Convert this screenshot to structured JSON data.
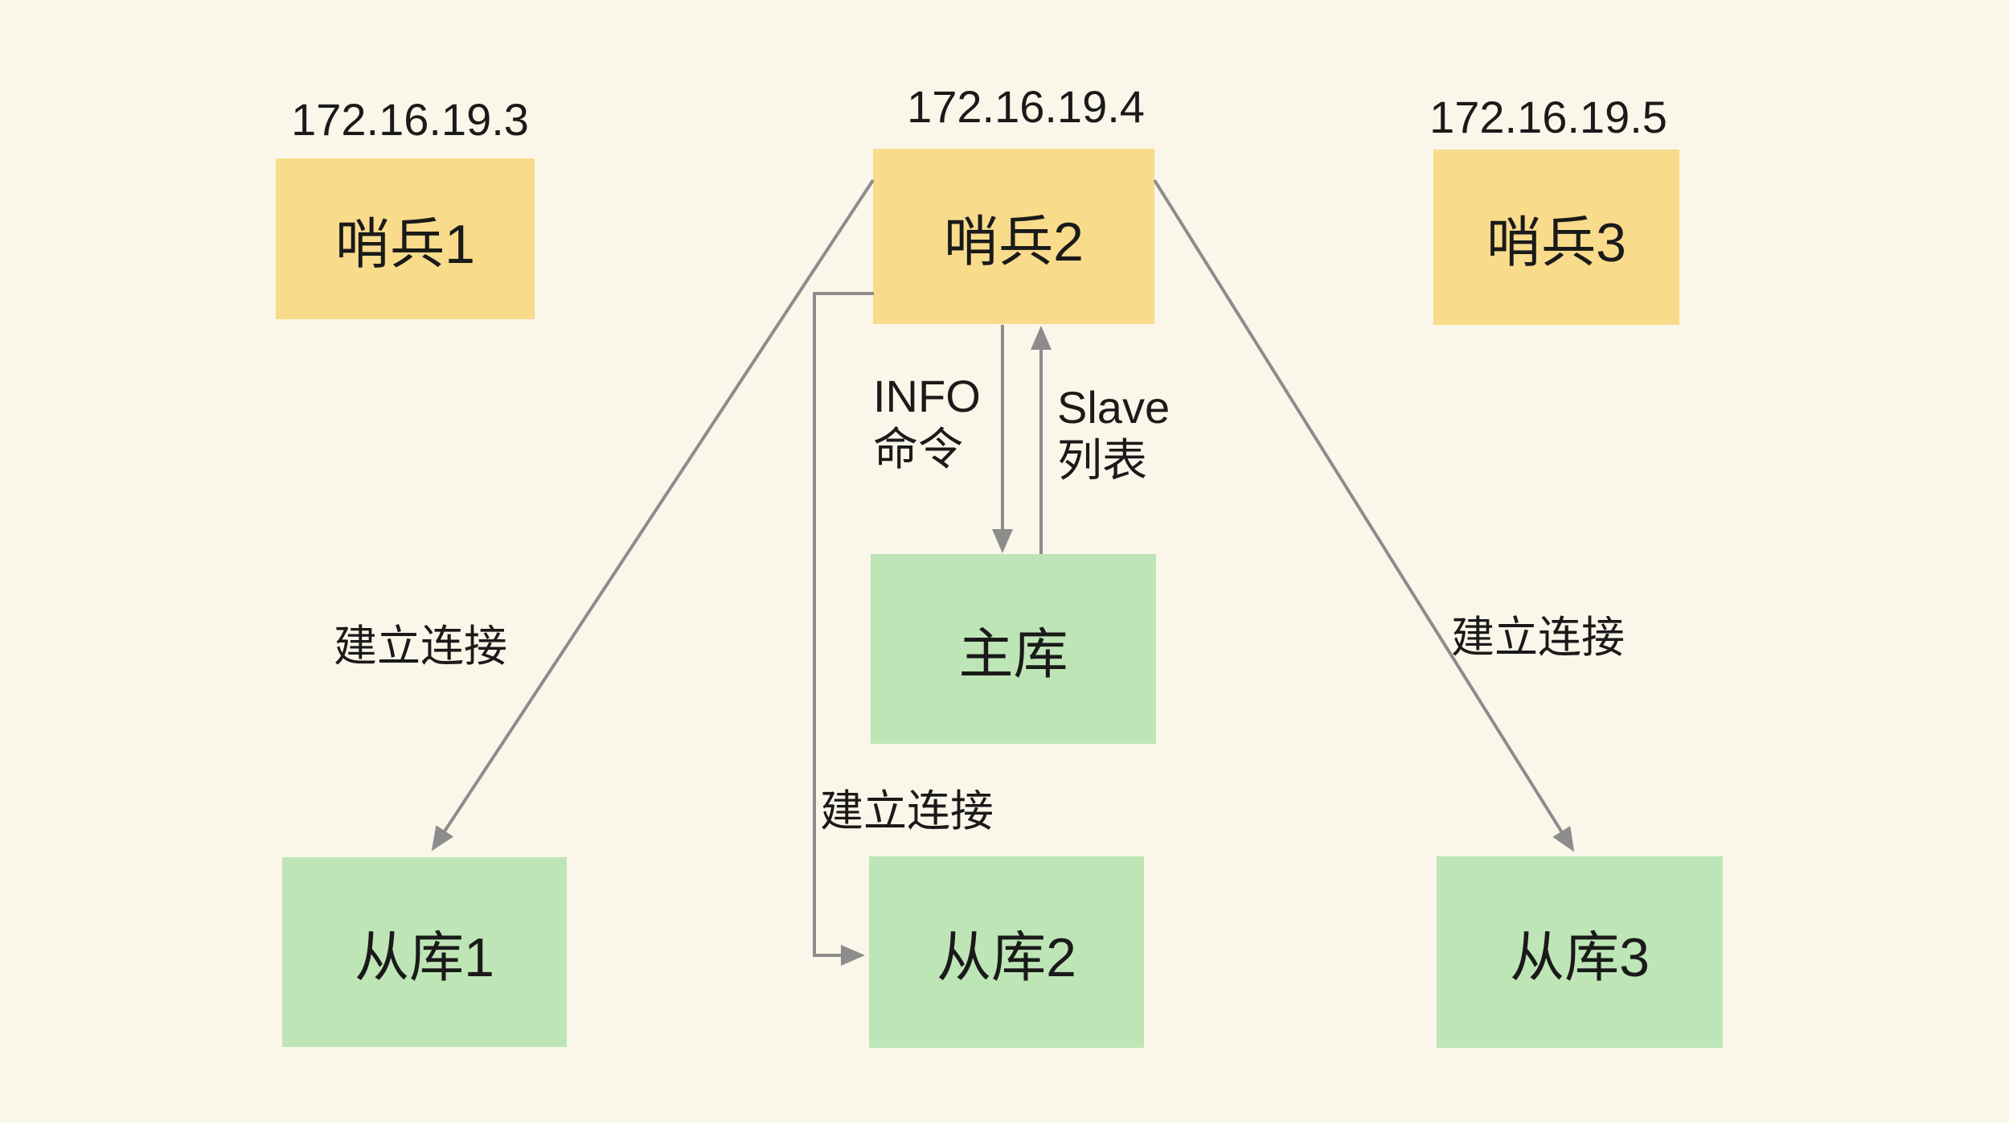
{
  "colors": {
    "background": "#FAF6E9",
    "sentinel_fill": "#F8DB8B",
    "database_fill": "#BEE5B6",
    "line": "#8C8C8C",
    "text": "#1A1A1A",
    "bottom_strip": "#FFFFFF"
  },
  "nodes": {
    "sentinel1": {
      "label": "哨兵1",
      "ip": "172.16.19.3"
    },
    "sentinel2": {
      "label": "哨兵2",
      "ip": "172.16.19.4"
    },
    "sentinel3": {
      "label": "哨兵3",
      "ip": "172.16.19.5"
    },
    "master": {
      "label": "主库"
    },
    "slave1": {
      "label": "从库1"
    },
    "slave2": {
      "label": "从库2"
    },
    "slave3": {
      "label": "从库3"
    }
  },
  "edge_labels": {
    "info_command": {
      "line1": "INFO",
      "line2": "命令"
    },
    "slave_list": {
      "line1": "Slave",
      "line2": "列表"
    },
    "connect_left": "建立连接",
    "connect_middle": "建立连接",
    "connect_right": "建立连接"
  }
}
